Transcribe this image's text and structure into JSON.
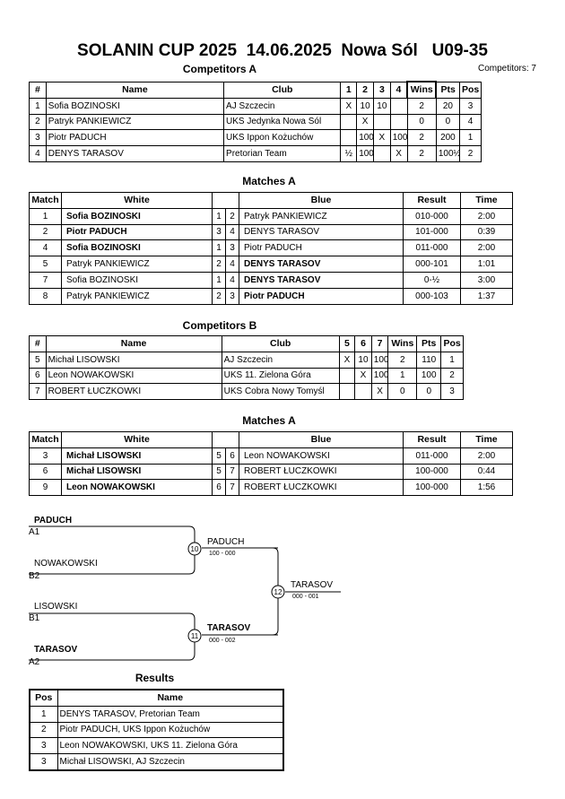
{
  "header": {
    "title": "SOLANIN CUP 2025  14.06.2025  Nowa Sól   U09-35",
    "competitors_a_label": "Competitors A",
    "competitors_count": "Competitors: 7"
  },
  "comp_a": {
    "headers": [
      "#",
      "Name",
      "Club",
      "1",
      "2",
      "3",
      "4",
      "Wins",
      "Pts",
      "Pos"
    ],
    "rows": [
      [
        "1",
        "Sofia BOZINOSKI",
        "AJ Szczecin",
        "X",
        "10",
        "10",
        "",
        "2",
        "20",
        "3"
      ],
      [
        "2",
        "Patryk PANKIEWICZ",
        "UKS Jedynka Nowa Sól",
        "",
        "X",
        "",
        "",
        "0",
        "0",
        "4"
      ],
      [
        "3",
        "Piotr PADUCH",
        "UKS Ippon Kożuchów",
        "",
        "100",
        "X",
        "100",
        "2",
        "200",
        "1"
      ],
      [
        "4",
        "DENYS TARASOV",
        "Pretorian Team",
        "½",
        "100",
        "",
        "X",
        "2",
        "100½",
        "2"
      ]
    ]
  },
  "matches_a1": {
    "title": "Matches A",
    "headers": [
      "Match",
      "White",
      "Blue",
      "Result",
      "Time"
    ],
    "rows": [
      {
        "no": "1",
        "white": "Sofia BOZINOSKI",
        "wn": "1",
        "bn": "2",
        "blue": "Patryk PANKIEWICZ",
        "result": "010-000",
        "time": "2:00",
        "winner": "white"
      },
      {
        "no": "2",
        "white": "Piotr PADUCH",
        "wn": "3",
        "bn": "4",
        "blue": "DENYS TARASOV",
        "result": "101-000",
        "time": "0:39",
        "winner": "white"
      },
      {
        "no": "4",
        "white": "Sofia BOZINOSKI",
        "wn": "1",
        "bn": "3",
        "blue": "Piotr PADUCH",
        "result": "011-000",
        "time": "2:00",
        "winner": "white"
      },
      {
        "no": "5",
        "white": "Patryk PANKIEWICZ",
        "wn": "2",
        "bn": "4",
        "blue": "DENYS TARASOV",
        "result": "000-101",
        "time": "1:01",
        "winner": "blue"
      },
      {
        "no": "7",
        "white": "Sofia BOZINOSKI",
        "wn": "1",
        "bn": "4",
        "blue": "DENYS TARASOV",
        "result": "0-½",
        "time": "3:00",
        "winner": "blue"
      },
      {
        "no": "8",
        "white": "Patryk PANKIEWICZ",
        "wn": "2",
        "bn": "3",
        "blue": "Piotr PADUCH",
        "result": "000-103",
        "time": "1:37",
        "winner": "blue"
      }
    ]
  },
  "comp_b": {
    "title": "Competitors B",
    "headers": [
      "#",
      "Name",
      "Club",
      "5",
      "6",
      "7",
      "Wins",
      "Pts",
      "Pos"
    ],
    "rows": [
      [
        "5",
        "Michał LISOWSKI",
        "AJ Szczecin",
        "X",
        "10",
        "100",
        "2",
        "110",
        "1"
      ],
      [
        "6",
        "Leon NOWAKOWSKI",
        "UKS 11. Zielona Góra",
        "",
        "X",
        "100",
        "1",
        "100",
        "2"
      ],
      [
        "7",
        "ROBERT ŁUCZKOWKI",
        "UKS Cobra Nowy Tomyśl",
        "",
        "",
        "X",
        "0",
        "0",
        "3"
      ]
    ]
  },
  "matches_a2": {
    "title": "Matches A",
    "headers": [
      "Match",
      "White",
      "Blue",
      "Result",
      "Time"
    ],
    "rows": [
      {
        "no": "3",
        "white": "Michał LISOWSKI",
        "wn": "5",
        "bn": "6",
        "blue": "Leon NOWAKOWSKI",
        "result": "011-000",
        "time": "2:00",
        "winner": "white"
      },
      {
        "no": "6",
        "white": "Michał LISOWSKI",
        "wn": "5",
        "bn": "7",
        "blue": "ROBERT ŁUCZKOWKI",
        "result": "100-000",
        "time": "0:44",
        "winner": "white"
      },
      {
        "no": "9",
        "white": "Leon NOWAKOWSKI",
        "wn": "6",
        "bn": "7",
        "blue": "ROBERT ŁUCZKOWKI",
        "result": "100-000",
        "time": "1:56",
        "winner": "white"
      }
    ]
  },
  "bracket": {
    "e1_name": "PADUCH",
    "e1_seed": "A1",
    "e2_name": "NOWAKOWSKI",
    "e2_seed": "B2",
    "e3_name": "LISOWSKI",
    "e3_seed": "B1",
    "e4_name": "TARASOV",
    "e4_seed": "A2",
    "m10": "10",
    "m10_winner": "PADUCH",
    "m10_score": "100 - 000",
    "m11": "11",
    "m11_winner": "TARASOV",
    "m11_score": "000 - 002",
    "m12": "12",
    "m12_winner": "TARASOV",
    "m12_score": "000 - 001"
  },
  "results": {
    "title": "Results",
    "headers": [
      "Pos",
      "Name"
    ],
    "rows": [
      [
        "1",
        "DENYS TARASOV, Pretorian Team"
      ],
      [
        "2",
        "Piotr PADUCH, UKS Ippon Kożuchów"
      ],
      [
        "3",
        "Leon NOWAKOWSKI, UKS 11. Zielona Góra"
      ],
      [
        "3",
        "Michał LISOWSKI, AJ Szczecin"
      ]
    ]
  }
}
